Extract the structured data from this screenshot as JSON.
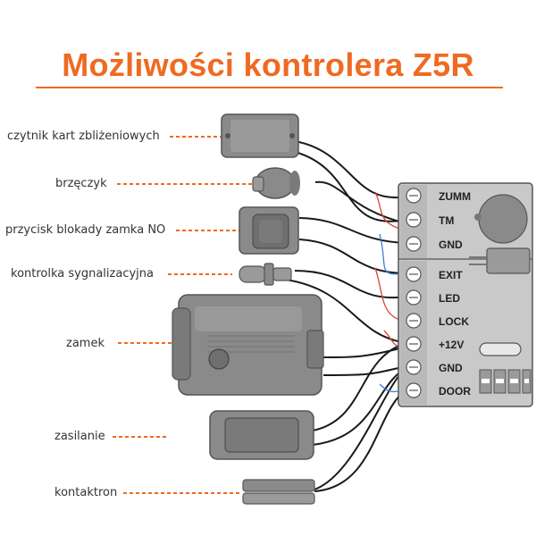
{
  "title": "Możliwości kontrolera Z5R",
  "colors": {
    "accent": "#ef6a22",
    "device_fill": "#8a8a8a",
    "device_dark": "#666666",
    "board_fill": "#c9c9c9",
    "wire": "#1a1a1a"
  },
  "devices": [
    {
      "label": "czytnik kart zbliżeniowych",
      "icon": "card-reader-icon"
    },
    {
      "label": "brzęczyk",
      "icon": "buzzer-icon"
    },
    {
      "label": "przycisk blokady zamka NO",
      "icon": "push-button-icon"
    },
    {
      "label": "kontrolka sygnalizacyjna",
      "icon": "indicator-led-icon"
    },
    {
      "label": "zamek",
      "icon": "lock-icon"
    },
    {
      "label": "zasilanie",
      "icon": "power-supply-icon"
    },
    {
      "label": "kontaktron",
      "icon": "reed-switch-icon"
    }
  ],
  "terminals": [
    "ZUMM",
    "TM",
    "GND",
    "EXIT",
    "LED",
    "LOCK",
    "+12V",
    "GND",
    "DOOR"
  ]
}
